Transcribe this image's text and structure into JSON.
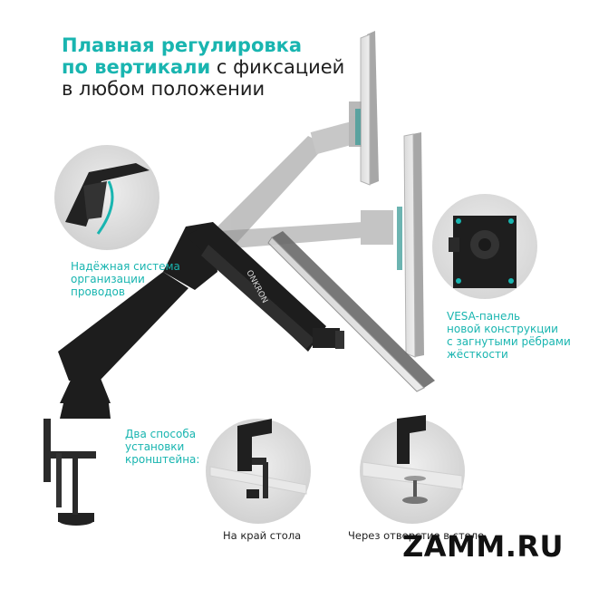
{
  "headline": {
    "line1_accent": "Плавная регулировка",
    "line2_accent": "по вертикали",
    "line2_rest": " с фиксацией",
    "line3": "в любом положении"
  },
  "notes": {
    "cable": [
      "Надёжная система",
      "организации",
      "проводов"
    ],
    "vesa": [
      "VESA-панель",
      "новой конструкции",
      "с загнутыми рёбрами",
      "жёсткости"
    ],
    "mount": [
      "Два способа",
      "установки",
      "кронштейна:"
    ]
  },
  "captions": {
    "clamp": "На край стола",
    "grommet": "Через отверстие в столе"
  },
  "arm_logo": "ONKRON",
  "brand": "ZAMM.RU",
  "colors": {
    "accent": "#19b5b0",
    "text": "#1e1e1e",
    "arm": "#1d1d1d",
    "ghost": "#8f8f8f"
  }
}
